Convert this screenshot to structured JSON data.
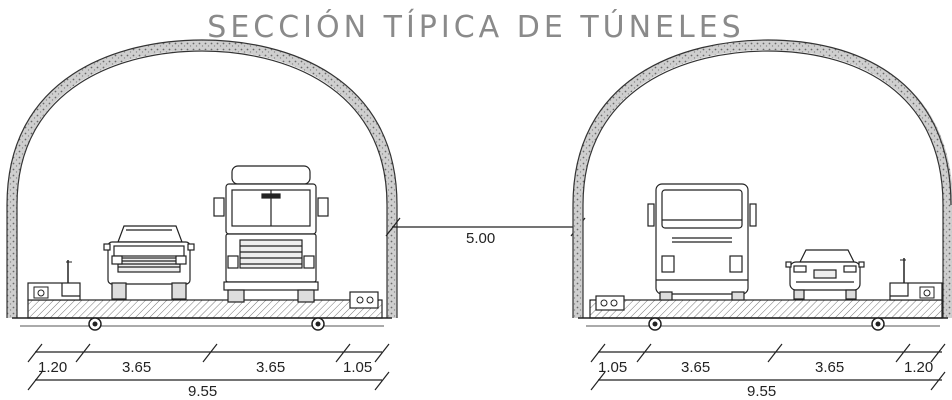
{
  "title": "SECCIÓN TÍPICA DE TÚNELES",
  "separation": "5.00",
  "left_tunnel": {
    "segments": [
      "1.20",
      "3.65",
      "3.65",
      "1.05"
    ],
    "total": "9.55",
    "vehicles": [
      "pickup-truck",
      "semi-truck-cab"
    ]
  },
  "right_tunnel": {
    "segments": [
      "1.05",
      "3.65",
      "3.65",
      "1.20"
    ],
    "total": "9.55",
    "vehicles": [
      "bus",
      "sedan-car"
    ]
  },
  "colors": {
    "line": "#222222",
    "shell": "#9a9a9a",
    "title": "#8a8a8a"
  }
}
